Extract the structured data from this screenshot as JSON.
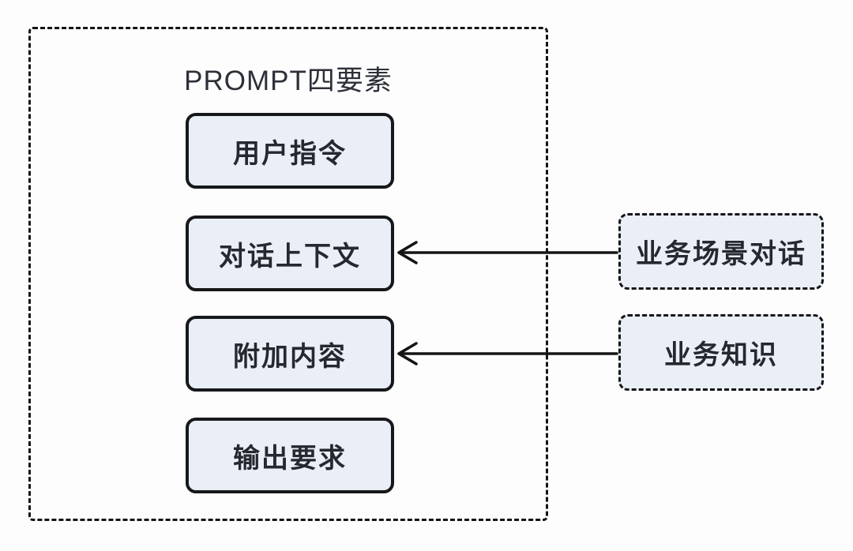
{
  "diagram": {
    "title": "PROMPT四要素",
    "left_boxes": [
      {
        "label": "用户指令"
      },
      {
        "label": "对话上下文"
      },
      {
        "label": "附加内容"
      },
      {
        "label": "输出要求"
      }
    ],
    "right_boxes": [
      {
        "label": "业务场景对话",
        "arrow_to": "对话上下文"
      },
      {
        "label": "业务知识",
        "arrow_to": "附加内容"
      }
    ],
    "arrows": [
      {
        "from": "业务场景对话",
        "to": "对话上下文",
        "direction": "left"
      },
      {
        "from": "业务知识",
        "to": "附加内容",
        "direction": "left"
      }
    ],
    "colors": {
      "background": "#fdfdfd",
      "box_fill": "#e9eef7",
      "box_border": "#17181a",
      "container_border": "#141414",
      "title_text": "#2c3038",
      "label_text": "#25282e",
      "arrow": "#141414"
    }
  }
}
